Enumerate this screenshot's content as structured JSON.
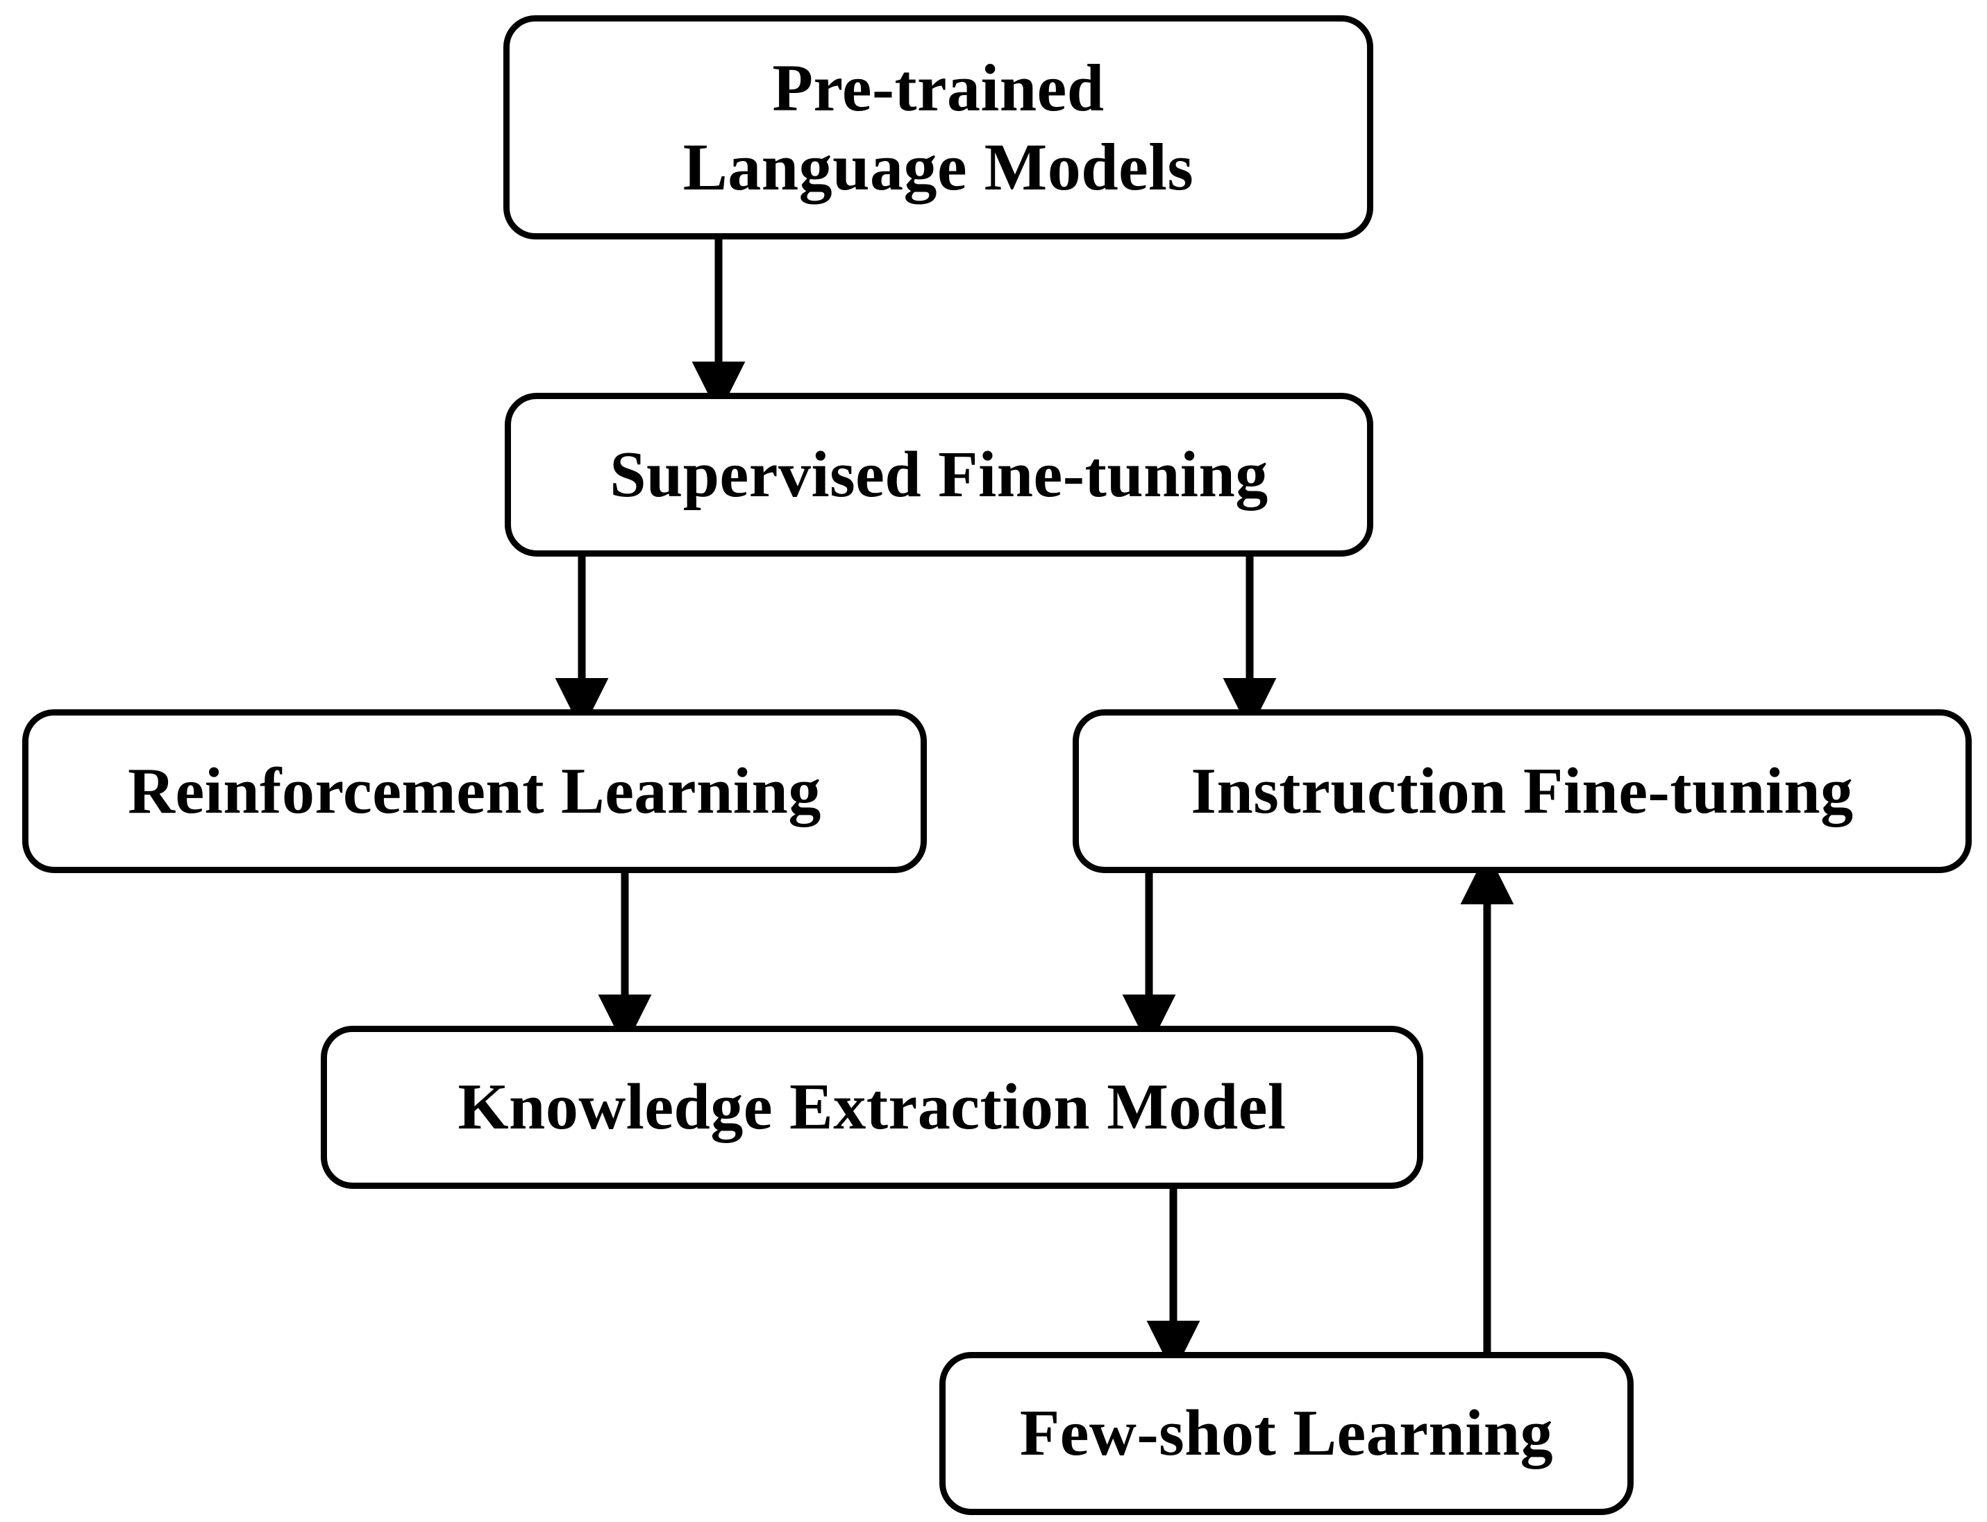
{
  "diagram": {
    "title": "Pre-trained Language Models fine-tuning pipeline flowchart",
    "background_color": "#ffffff",
    "stroke_color": "#000000",
    "nodes": [
      {
        "id": "pretrained-language-models",
        "label": "Pre-trained\nLanguage Models",
        "lines": [
          "Pre-trained",
          "Language Models"
        ]
      },
      {
        "id": "supervised-fine-tuning",
        "label": "Supervised Fine-tuning",
        "lines": [
          "Supervised Fine-tuning"
        ]
      },
      {
        "id": "reinforcement-learning",
        "label": "Reinforcement Learning",
        "lines": [
          "Reinforcement Learning"
        ]
      },
      {
        "id": "instruction-fine-tuning",
        "label": "Instruction Fine-tuning",
        "lines": [
          "Instruction Fine-tuning"
        ]
      },
      {
        "id": "knowledge-extraction-model",
        "label": "Knowledge Extraction Model",
        "lines": [
          "Knowledge Extraction Model"
        ]
      },
      {
        "id": "few-shot-learning",
        "label": "Few-shot Learning",
        "lines": [
          "Few-shot Learning"
        ]
      }
    ],
    "edges": [
      {
        "id": "edge-pretrained-to-supervised",
        "from": "pretrained-language-models",
        "to": "supervised-fine-tuning",
        "direction": "down",
        "label": ""
      },
      {
        "id": "edge-supervised-to-reinforcement",
        "from": "supervised-fine-tuning",
        "to": "reinforcement-learning",
        "direction": "down",
        "label": ""
      },
      {
        "id": "edge-supervised-to-instruction",
        "from": "supervised-fine-tuning",
        "to": "instruction-fine-tuning",
        "direction": "down",
        "label": ""
      },
      {
        "id": "edge-reinforcement-to-knowledge",
        "from": "reinforcement-learning",
        "to": "knowledge-extraction-model",
        "direction": "down",
        "label": ""
      },
      {
        "id": "edge-instruction-to-knowledge",
        "from": "instruction-fine-tuning",
        "to": "knowledge-extraction-model",
        "direction": "down",
        "label": ""
      },
      {
        "id": "edge-knowledge-to-fewshot",
        "from": "knowledge-extraction-model",
        "to": "few-shot-learning",
        "direction": "down",
        "label": ""
      },
      {
        "id": "edge-fewshot-to-instruction",
        "from": "few-shot-learning",
        "to": "instruction-fine-tuning",
        "direction": "up",
        "label": ""
      }
    ]
  }
}
